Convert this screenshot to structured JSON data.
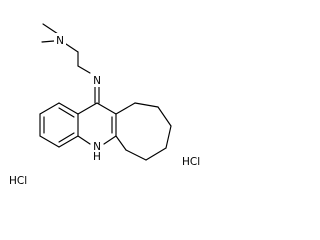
{
  "molecule": {
    "atoms": {
      "n_amine": "N",
      "n_imine": "N",
      "n_ring": "N",
      "h_ring": "H"
    },
    "salts": {
      "left": "HCl",
      "right": "HCl"
    }
  }
}
